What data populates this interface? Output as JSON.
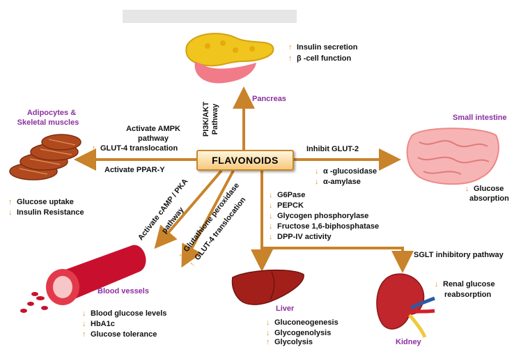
{
  "center": "FLAVONOIDS",
  "pancreas": {
    "label": "Pancreas",
    "effects": [
      "Insulin secretion",
      "β -cell function"
    ],
    "pathway": "PI3K/AKT Pathway"
  },
  "adipocytes": {
    "label_line1": "Adipocytes &",
    "label_line2": "Skeletal muscles",
    "pathway_line1": "Activate AMPK",
    "pathway_line2": "pathway",
    "glut4": "GLUT-4 translocation",
    "ppar": "Activate PPAR-Y",
    "effects": [
      "Glucose uptake",
      "Insulin Resistance"
    ]
  },
  "intestine": {
    "label": "Small intestine",
    "pathway": "Inhibit GLUT-2",
    "enzymes": [
      "α -glucosidase",
      "α-amylase"
    ],
    "effect_line1": "Glucose",
    "effect_line2": "absorption"
  },
  "liver_enzymes": [
    "G6Pase",
    "PEPCK",
    "Glycogen phosphorylase",
    "Fructose 1,6-biphosphatase",
    "DPP-IV activity"
  ],
  "blood": {
    "label": "Blood vessels",
    "pathway_line1": "Activate cAMP / PKA",
    "pathway_line2": "pathway",
    "gpx": "Glutathione peroxidase",
    "glut4": "GLUT-4 translocation",
    "effects": [
      "Blood glucose levels",
      "HbA1c",
      "Glucose tolerance"
    ]
  },
  "liver": {
    "label": "Liver",
    "effects": [
      "Gluconeogenesis",
      "Glycogenolysis",
      "Glycolysis"
    ]
  },
  "kidney": {
    "label": "Kidney",
    "pathway": "SGLT inhibitory pathway",
    "effect_line1": "Renal glucose",
    "effect_line2": "reabsorption"
  },
  "colors": {
    "arrow": "#c8832b",
    "organ_label": "#8b2fa0",
    "up_down_arrow": "#e0922f"
  }
}
